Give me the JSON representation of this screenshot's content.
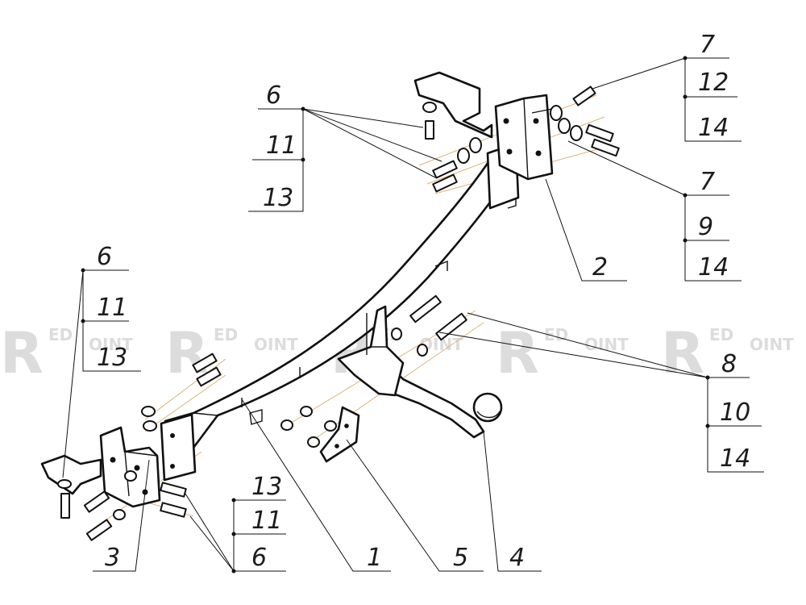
{
  "watermark": {
    "brand_top": "ED",
    "brand_bottom": "OINT",
    "repeat_count": 5
  },
  "callouts": {
    "top_left_stack": [
      "6",
      "11",
      "13"
    ],
    "top_right_stack_a": [
      "7",
      "12",
      "14"
    ],
    "top_right_stack_b": [
      "7",
      "9",
      "14"
    ],
    "left_stack": [
      "6",
      "11",
      "13"
    ],
    "right_stack": [
      "8",
      "10",
      "14"
    ],
    "bottom_left_stack": [
      "13",
      "11",
      "6"
    ],
    "part_labels": {
      "crossbar": "1",
      "right_bracket": "2",
      "left_bracket": "3",
      "tow_ball": "4",
      "socket_plate": "5"
    }
  },
  "colors": {
    "line": "#111111",
    "axis_guides": "#e0b27a",
    "watermark": "#d9d9d9"
  }
}
